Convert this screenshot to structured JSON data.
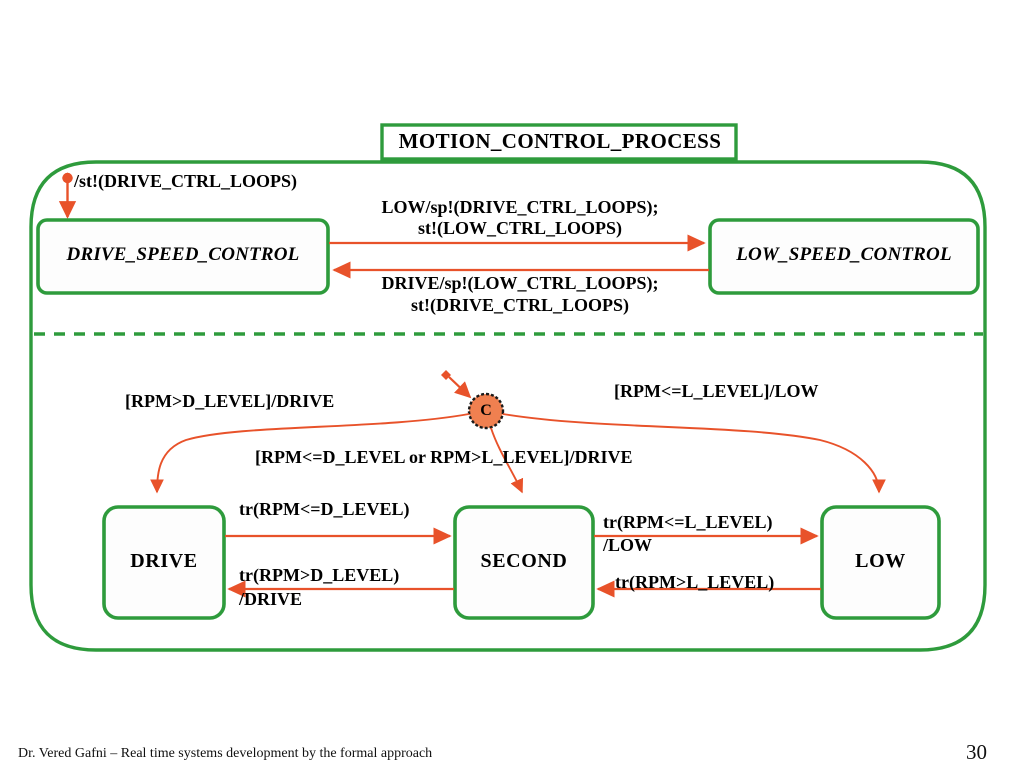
{
  "diagram": {
    "title": "MOTION_CONTROL_PROCESS",
    "top_region": {
      "initial_transition_label": "/st!(DRIVE_CTRL_LOOPS)",
      "states": [
        {
          "id": "drive-speed-control",
          "label": "DRIVE_SPEED_CONTROL"
        },
        {
          "id": "low-speed-control",
          "label": "LOW_SPEED_CONTROL"
        }
      ],
      "transitions": [
        {
          "id": "drive-to-low",
          "from": "DRIVE_SPEED_CONTROL",
          "to": "LOW_SPEED_CONTROL",
          "line1": "LOW/sp!(DRIVE_CTRL_LOOPS);",
          "line2": "st!(LOW_CTRL_LOOPS)"
        },
        {
          "id": "low-to-drive",
          "from": "LOW_SPEED_CONTROL",
          "to": "DRIVE_SPEED_CONTROL",
          "line1": "DRIVE/sp!(LOW_CTRL_LOOPS);",
          "line2": "st!(DRIVE_CTRL_LOOPS)"
        }
      ]
    },
    "bottom_region": {
      "connector": {
        "id": "condition-connector",
        "label": "C"
      },
      "states": [
        {
          "id": "drive",
          "label": "DRIVE"
        },
        {
          "id": "second",
          "label": "SECOND"
        },
        {
          "id": "low",
          "label": "LOW"
        }
      ],
      "transitions": [
        {
          "id": "c-to-drive",
          "label": "[RPM>D_LEVEL]/DRIVE"
        },
        {
          "id": "c-to-low",
          "label": "[RPM<=L_LEVEL]/LOW"
        },
        {
          "id": "c-to-second",
          "label": "[RPM<=D_LEVEL or RPM>L_LEVEL]/DRIVE"
        },
        {
          "id": "drive-to-second",
          "label": "tr(RPM<=D_LEVEL)"
        },
        {
          "id": "second-to-drive-l1",
          "label": "tr(RPM>D_LEVEL)"
        },
        {
          "id": "second-to-drive-l2",
          "label": "/DRIVE"
        },
        {
          "id": "second-to-low-l1",
          "label": "tr(RPM<=L_LEVEL)"
        },
        {
          "id": "second-to-low-l2",
          "label": "/LOW"
        },
        {
          "id": "low-to-second",
          "label": "tr(RPM>L_LEVEL)"
        }
      ]
    }
  },
  "footer": {
    "credit": "Dr. Vered Gafni – Real time systems development by the formal approach",
    "page_number": "30"
  },
  "colors": {
    "state_border_green": "#2E9B3C",
    "transition_orange": "#E8522A",
    "connector_fill": "#F08050",
    "connector_border": "#1a1a1a",
    "text_black": "#000000",
    "background": "#FFFFFF"
  }
}
